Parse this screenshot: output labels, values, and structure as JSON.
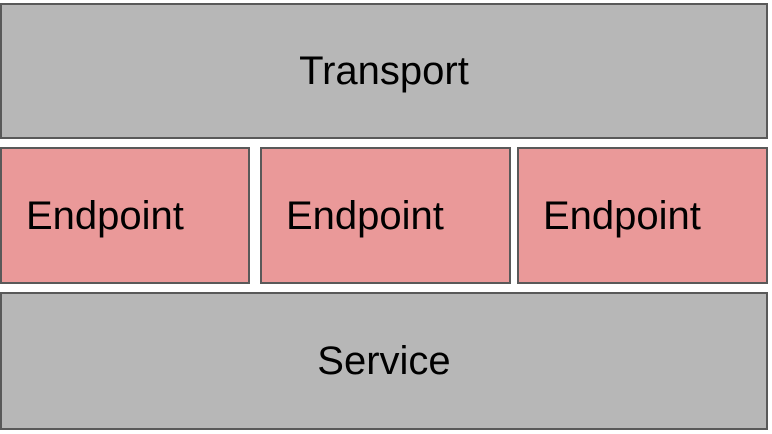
{
  "diagram": {
    "transport": {
      "label": "Transport",
      "color": "#b7b7b7"
    },
    "endpoints": [
      {
        "label": "Endpoint",
        "color": "#ea9999"
      },
      {
        "label": "Endpoint",
        "color": "#ea9999"
      },
      {
        "label": "Endpoint",
        "color": "#ea9999"
      }
    ],
    "service": {
      "label": "Service",
      "color": "#b7b7b7"
    },
    "border_color": "#595959"
  }
}
